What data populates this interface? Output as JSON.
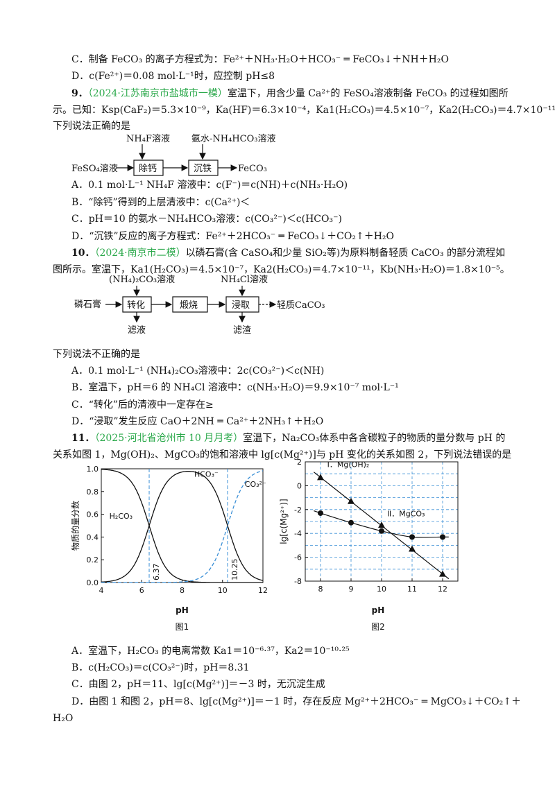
{
  "lines": {
    "q8c": "C．制备 FeCO₃ 的离子方程式为：Fe²⁺＋NH₃·H₂O＋HCO₃⁻ ═ FeCO₃↓＋NH＋H₂O",
    "q8d": "D．c(Fe²⁺)＝0.08 mol·L⁻¹时，应控制 pH≤8",
    "q9num": "9．",
    "q9src": "（2024·江苏南京市盐城市一模）",
    "q9stem1": "室温下，用含少量 Ca²⁺的 FeSO₄溶液制备 FeCO₃ 的过程如图所",
    "q9stem2": "示。已知：Ksp(CaF₂)＝5.3×10⁻⁹，Ka(HF)＝6.3×10⁻⁴，Ka1(H₂CO₃)＝4.5×10⁻⁷，Ka2(H₂CO₃)＝4.7×10⁻¹¹。",
    "q9stem3": "下列说法正确的是",
    "q9a": "A．0.1 mol·L⁻¹ NH₄F 溶液中：c(F⁻)＝c(NH)＋c(NH₃·H₂O)",
    "q9b": "B．“除钙”得到的上层清液中：c(Ca²⁺)＜",
    "q9c": "C．pH＝10 的氨水－NH₄HCO₃溶液：c(CO₃²⁻)＜c(HCO₃⁻)",
    "q9d": "D．“沉铁”反应的离子方程式：Fe²⁺＋2HCO₃⁻ ═ FeCO₃↓＋CO₂↑＋H₂O",
    "q10num": "10．",
    "q10src": "（2024·南京市二模）",
    "q10stem1": "以磷石膏(含 CaSO₄和少量 SiO₂等)为原料制备轻质 CaCO₃ 的部分流程如",
    "q10stem2": "图所示。室温下，Ka1(H₂CO₃)＝4.5×10⁻⁷，Ka2(H₂CO₃)＝4.7×10⁻¹¹，Kb(NH₃·H₂O)＝1.8×10⁻⁵。",
    "q10stem3": "下列说法不正确的是",
    "q10a": "A．0.1 mol·L⁻¹ (NH₄)₂CO₃溶液中：2c(CO₃²⁻)＜c(NH)",
    "q10b": "B．室温下，pH＝6 的 NH₄Cl 溶液中：c(NH₃·H₂O)＝9.9×10⁻⁷ mol·L⁻¹",
    "q10c": "C．“转化”后的清液中一定存在≥",
    "q10d": "D．“浸取”发生反应 CaO＋2NH ═ Ca²⁺＋2NH₃↑＋H₂O",
    "q11num": "11．",
    "q11src": "（2025·河北省沧州市 10 月月考）",
    "q11stem1": "室温下，Na₂CO₃体系中各含碳粒子的物质的量分数与 pH 的",
    "q11stem2": "关系如图 1，Mg(OH)₂、MgCO₃的饱和溶液中 lg[c(Mg²⁺)]与 pH 变化的关系如图 2，下列说法错误的是",
    "q11a": "A．室温下，H₂CO₃ 的电离常数 Ka1＝10⁻⁶·³⁷，Ka2＝10⁻¹⁰·²⁵",
    "q11b": "B．c(H₂CO₃)＝c(CO₃²⁻)时，pH＝8.31",
    "q11c": "C．由图 2，pH＝11、lg[c(Mg²⁺)]＝－3 时，无沉淀生成",
    "q11d1": "D．由图 1 和图 2，pH＝8、lg[c(Mg²⁺)]＝－1 时，存在反应 Mg²⁺＋2HCO₃⁻ ═ MgCO₃↓＋CO₂↑＋",
    "q11d2": "H₂O"
  },
  "flow1": {
    "input": "FeSO₄溶液",
    "reagent1": "NH₄F溶液",
    "reagent2": "氨水-NH₄HCO₃溶液",
    "box1": "除钙",
    "box2": "沉铁",
    "output": "FeCO₃"
  },
  "flow2": {
    "input": "磷石膏",
    "reagent1": "(NH₄)₂CO₃溶液",
    "reagent2": "NH₄Cl溶液",
    "box1": "转化",
    "box2": "煅烧",
    "box3": "浸取",
    "output": "轻质CaCO₃",
    "waste1": "滤液",
    "waste2": "滤渣"
  },
  "chart_data": [
    {
      "type": "line",
      "caption": "图1",
      "xlabel": "pH",
      "ylabel": "物质的量分数",
      "xlim": [
        4,
        12
      ],
      "ylim": [
        0,
        1.0
      ],
      "xticks": [
        4,
        6,
        8,
        10,
        12
      ],
      "yticks": [
        0.0,
        0.2,
        0.4,
        0.6,
        0.8,
        1.0
      ],
      "pKa1": 6.37,
      "pKa2": 10.25,
      "vlines": [
        {
          "x": 6.37,
          "label": "6.37"
        },
        {
          "x": 10.25,
          "label": "10.25"
        }
      ],
      "series": [
        {
          "name": "H₂CO₃",
          "color": "#111111",
          "dash": false
        },
        {
          "name": "HCO₃⁻",
          "color": "#111111",
          "dash": false
        },
        {
          "name": "CO₃²⁻",
          "color": "#3a8fd6",
          "dash": true
        }
      ]
    },
    {
      "type": "line",
      "caption": "图2",
      "xlabel": "pH",
      "ylabel": "lg[c(Mg²⁺)]",
      "xlim": [
        7.5,
        12.5
      ],
      "ylim": [
        -8,
        2
      ],
      "xticks": [
        8,
        9,
        10,
        11,
        12
      ],
      "yticks": [
        2,
        0,
        -2,
        -4,
        -6,
        -8
      ],
      "series": [
        {
          "name": "Ⅰ．Mg(OH)₂",
          "marker": "triangle",
          "x": [
            8,
            9,
            10,
            11,
            12
          ],
          "y": [
            0.7,
            -1.3,
            -3.3,
            -5.3,
            -7.4
          ]
        },
        {
          "name": "Ⅱ．MgCO₃",
          "marker": "circle",
          "x": [
            8,
            9,
            10,
            11,
            12
          ],
          "y": [
            -2.3,
            -3.1,
            -3.8,
            -4.3,
            -4.3
          ]
        }
      ]
    }
  ]
}
